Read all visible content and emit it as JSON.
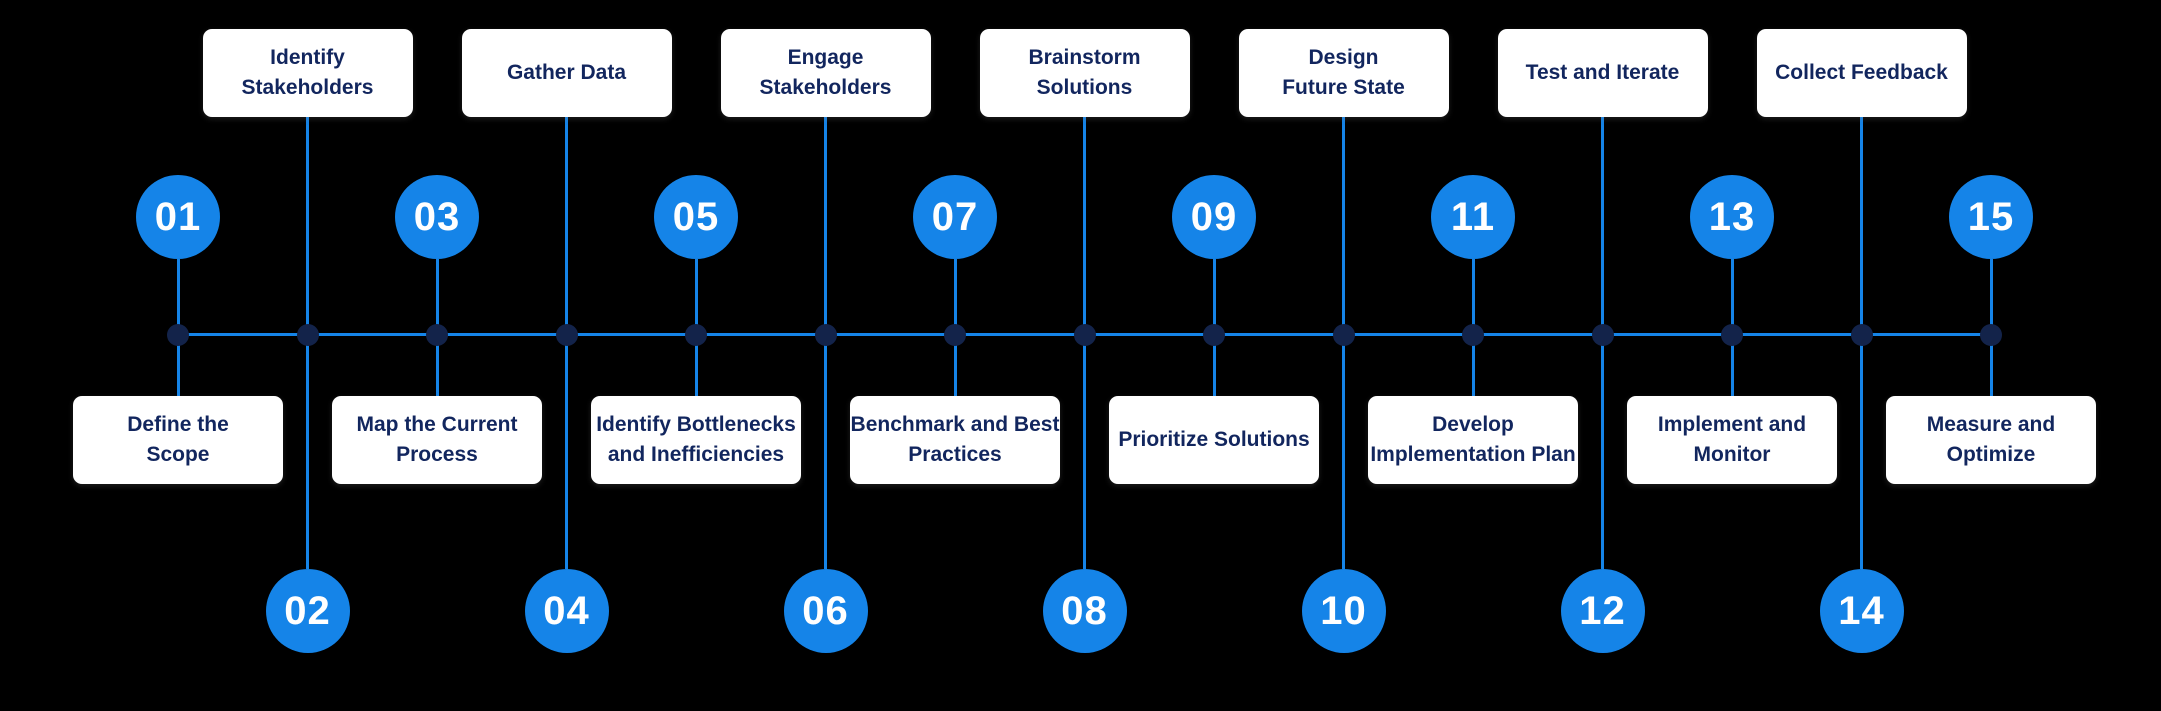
{
  "diagram": {
    "background_color": "#000000",
    "accent_blue": "#1584e8",
    "node_color": "#13234a",
    "box_background": "#ffffff",
    "box_text_color": "#12265e",
    "circle_text_color": "#ffffff",
    "steps": [
      {
        "number": "01",
        "label": "Define the\nScope",
        "label_position": "bottom"
      },
      {
        "number": "02",
        "label": "Identify\nStakeholders",
        "label_position": "top"
      },
      {
        "number": "03",
        "label": "Map the Current\nProcess",
        "label_position": "bottom"
      },
      {
        "number": "04",
        "label": "Gather Data",
        "label_position": "top"
      },
      {
        "number": "05",
        "label": "Identify Bottlenecks\nand Inefficiencies",
        "label_position": "bottom"
      },
      {
        "number": "06",
        "label": "Engage\nStakeholders",
        "label_position": "top"
      },
      {
        "number": "07",
        "label": "Benchmark and Best\nPractices",
        "label_position": "bottom"
      },
      {
        "number": "08",
        "label": "Brainstorm\nSolutions",
        "label_position": "top"
      },
      {
        "number": "09",
        "label": "Prioritize Solutions",
        "label_position": "bottom"
      },
      {
        "number": "10",
        "label": "Design\nFuture State",
        "label_position": "top"
      },
      {
        "number": "11",
        "label": "Develop\nImplementation Plan",
        "label_position": "bottom"
      },
      {
        "number": "12",
        "label": "Test and Iterate",
        "label_position": "top"
      },
      {
        "number": "13",
        "label": "Implement and\nMonitor",
        "label_position": "bottom"
      },
      {
        "number": "14",
        "label": "Collect Feedback",
        "label_position": "top"
      },
      {
        "number": "15",
        "label": "Measure and\nOptimize",
        "label_position": "bottom"
      }
    ]
  }
}
